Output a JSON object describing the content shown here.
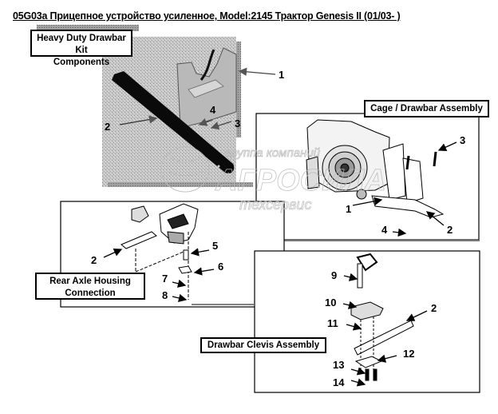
{
  "page": {
    "title": "05G03a Прицепное устройство усиленное, Model:2145 Трактор Genesis II (01/03- )"
  },
  "watermark": {
    "line1": "группа компаний",
    "line2": "АГРОСИЛА",
    "line3": "техсервис"
  },
  "panels": [
    {
      "id": "heavy-duty-kit",
      "label_line1": "Heavy Duty Drawbar Kit",
      "label_line2": "Components",
      "callouts": [
        "1",
        "2",
        "3",
        "4"
      ]
    },
    {
      "id": "cage-drawbar",
      "label_line1": "Cage / Drawbar Assembly",
      "callouts": [
        "1",
        "2",
        "3",
        "4"
      ]
    },
    {
      "id": "rear-axle",
      "label_line1": "Rear Axle Housing",
      "label_line2": "Connection",
      "callouts": [
        "2",
        "5",
        "6",
        "7",
        "8"
      ]
    },
    {
      "id": "drawbar-clevis",
      "label_line1": "Drawbar Clevis Assembly",
      "callouts": [
        "2",
        "9",
        "10",
        "11",
        "12",
        "13",
        "14"
      ]
    }
  ]
}
